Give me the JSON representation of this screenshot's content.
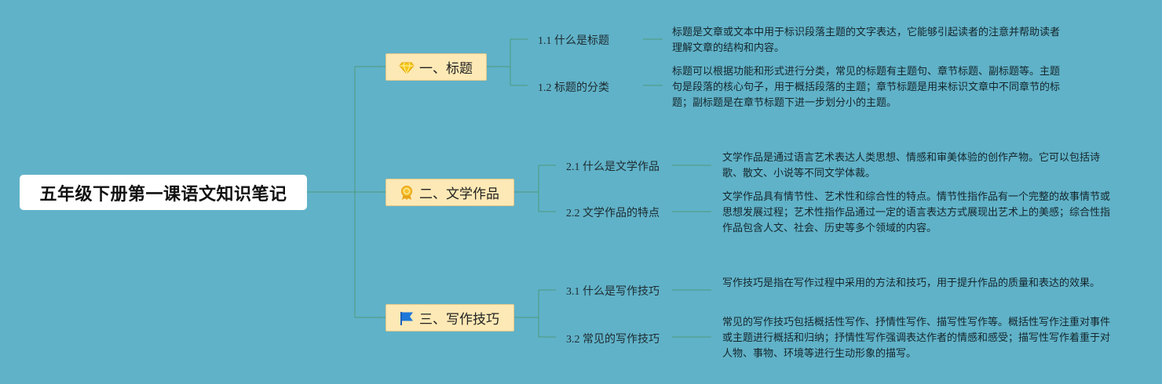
{
  "root": {
    "title": "五年级下册第一课语文知识笔记"
  },
  "branches": [
    {
      "label": "一、标题",
      "icon": "diamond-icon",
      "subs": [
        {
          "label": "1.1 什么是标题",
          "desc": "标题是文章或文本中用于标识段落主题的文字表达，它能够引起读者的注意并帮助读者理解文章的结构和内容。"
        },
        {
          "label": "1.2 标题的分类",
          "desc": "标题可以根据功能和形式进行分类，常见的标题有主题句、章节标题、副标题等。主题句是段落的核心句子，用于概括段落的主题；章节标题是用来标识文章中不同章节的标题；副标题是在章节标题下进一步划分小的主题。"
        }
      ]
    },
    {
      "label": "二、文学作品",
      "icon": "award-badge-icon",
      "subs": [
        {
          "label": "2.1 什么是文学作品",
          "desc": "文学作品是通过语言艺术表达人类思想、情感和审美体验的创作产物。它可以包括诗歌、散文、小说等不同文学体裁。"
        },
        {
          "label": "2.2 文学作品的特点",
          "desc": "文学作品具有情节性、艺术性和综合性的特点。情节性指作品有一个完整的故事情节或思想发展过程；艺术性指作品通过一定的语言表达方式展现出艺术上的美感；综合性指作品包含人文、社会、历史等多个领域的内容。"
        }
      ]
    },
    {
      "label": "三、写作技巧",
      "icon": "flag-icon",
      "subs": [
        {
          "label": "3.1 什么是写作技巧",
          "desc": "写作技巧是指在写作过程中采用的方法和技巧，用于提升作品的质量和表达的效果。"
        },
        {
          "label": "3.2 常见的写作技巧",
          "desc": "常见的写作技巧包括概括性写作、抒情性写作、描写性写作等。概括性写作注重对事件或主题进行概括和归纳；抒情性写作强调表达作者的情感和感受；描写性写作着重于对人物、事物、环境等进行生动形象的描写。"
        }
      ]
    }
  ],
  "colors": {
    "background": "#60b2c8",
    "line": "#4f9e8a",
    "branch_fill": "#fde9b5"
  }
}
